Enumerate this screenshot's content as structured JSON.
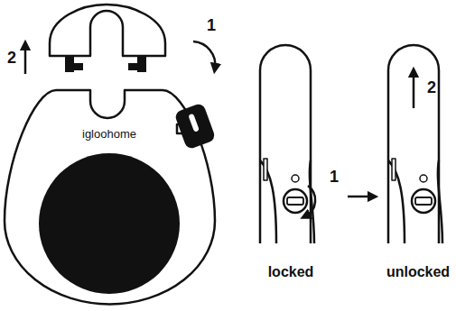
{
  "diagram": {
    "labels": [
      "2",
      "1",
      "igloohome",
      "1",
      "2",
      "locked",
      "unlocked"
    ]
  }
}
